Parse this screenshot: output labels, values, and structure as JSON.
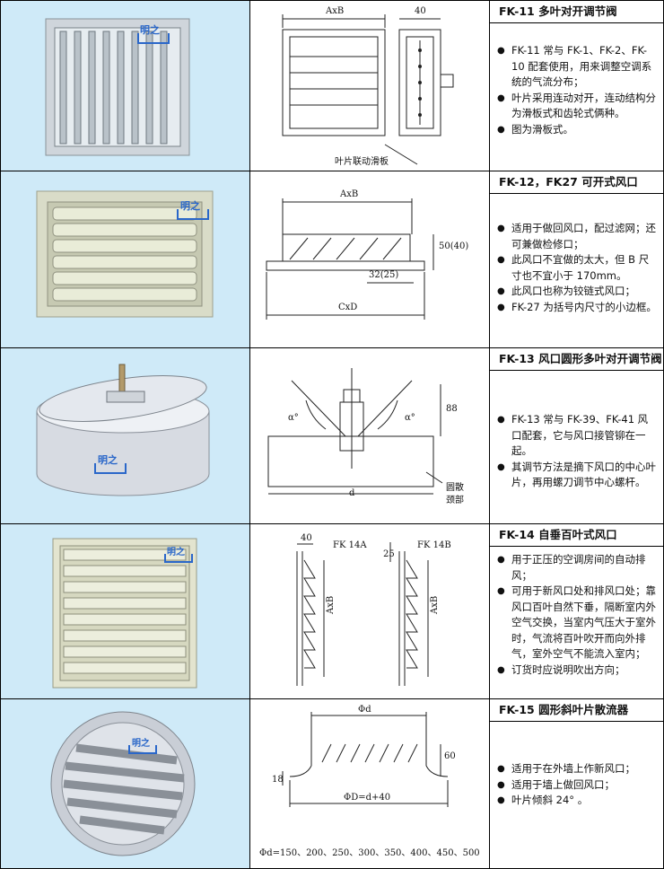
{
  "products": [
    {
      "title": "FK-11 多叶对开调节阀",
      "notes": [
        "FK-11 常与 FK-1、FK-2、FK-10 配套使用，用来调整空调系统的气流分布；",
        "叶片采用连动对开，连动结构分为滑板式和齿轮式俩种。",
        "图为滑板式。"
      ],
      "dims": {
        "axb": "AxB",
        "depth": "40",
        "callout": "叶片联动滑板"
      },
      "logo": "明之"
    },
    {
      "title": "FK-12，FK27 可开式风口",
      "notes": [
        "适用于做回风口，配过滤网；还可兼做检修口；",
        "此风口不宜做的太大，但 B 尺寸也不宜小于 170mm。",
        "此风口也称为铰链式风口；",
        "FK-27 为括号内尺寸的小边框。"
      ],
      "dims": {
        "axb": "AxB",
        "height": "50(40)",
        "flange": "32(25)",
        "cxd": "CxD"
      },
      "logo": "明之"
    },
    {
      "title": "FK-13 风口圆形多叶对开调节阀",
      "notes": [
        "FK-13 常与 FK-39、FK-41 风口配套，它与风口接管铆在一起。",
        "其调节方法是摘下风口的中心叶片，再用螺刀调节中心螺杆。"
      ],
      "dims": {
        "angle_left": "α°",
        "angle_right": "α°",
        "height": "88",
        "diameter": "d",
        "callout_1": "圆散",
        "callout_2": "颈部"
      },
      "logo": "明之"
    },
    {
      "title": "FK-14 自垂百叶式风口",
      "notes": [
        "用于正压的空调房间的自动排风；",
        "可用于新风口处和排风口处；靠风口百叶自然下垂，隔断室内外空气交换，当室内气压大于室外时，气流将百叶吹开而向外排气，室外空气不能流入室内；",
        "订货时应说明吹出方向；"
      ],
      "dims": {
        "depth_a": "40",
        "label_a": "FK 14A",
        "axb_a": "AxB",
        "depth_b": "25",
        "label_b": "FK 14B",
        "axb_b": "AxB"
      },
      "logo": "明之"
    },
    {
      "title": "FK-15 圆形斜叶片散流器",
      "notes": [
        "适用于在外墙上作新风口；",
        "适用于墙上做回风口；",
        "叶片倾斜 24° 。"
      ],
      "dims": {
        "top": "Φd",
        "height": "60",
        "lip": "18",
        "bottom": "ΦD=d+40",
        "sizes": "Φd=150、200、250、300、350、400、450、500"
      },
      "logo": "明之"
    }
  ]
}
